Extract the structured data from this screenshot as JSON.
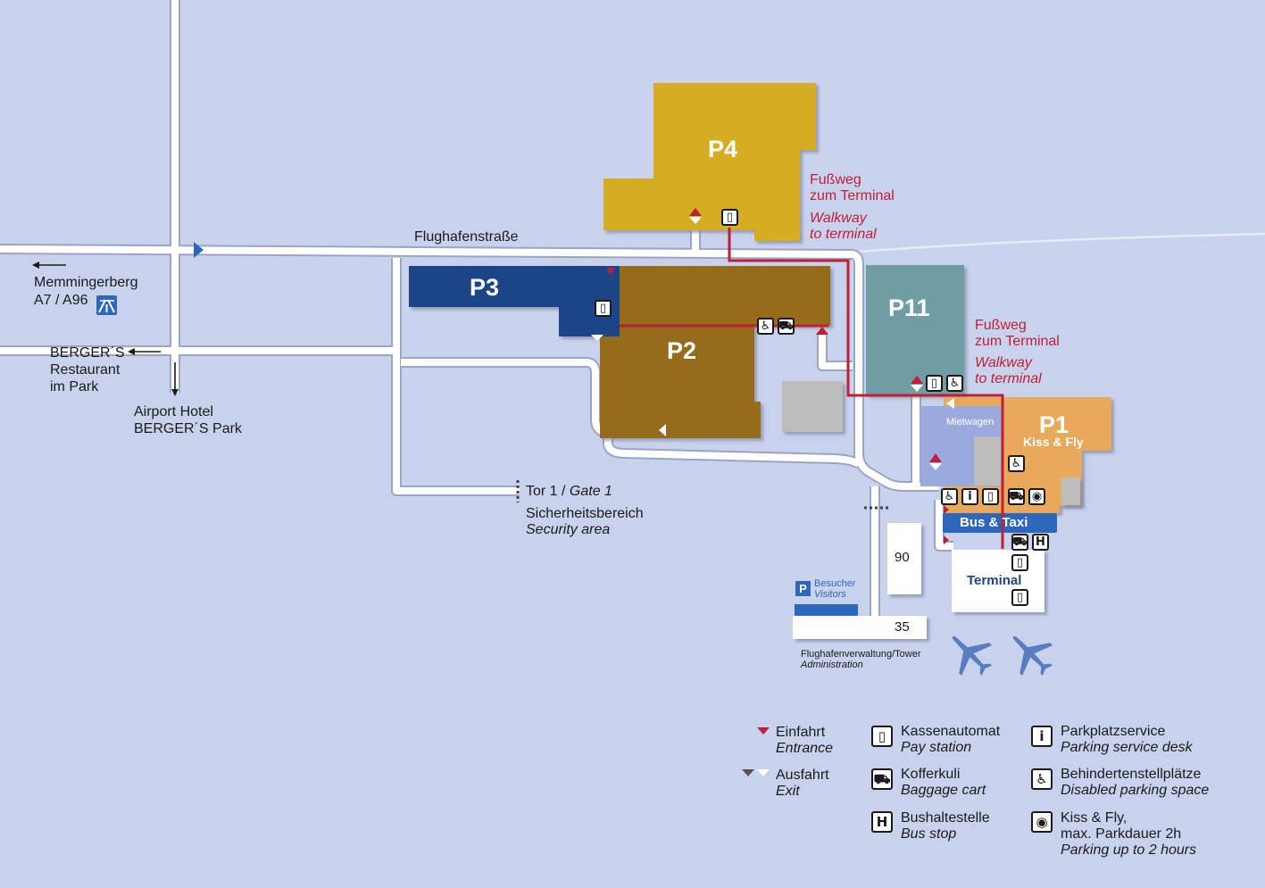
{
  "roads": {
    "main_road": "Flughafenstraße",
    "memmingerberg": "Memmingerberg",
    "motorway": "A7 / A96",
    "motorway_icon": "motorway-sign-icon",
    "bergers_restaurant": [
      "BERGER´S",
      "Restaurant",
      "im Park"
    ],
    "airport_hotel": [
      "Airport Hotel",
      "BERGER´S Park"
    ],
    "gate": "Tor 1 / ",
    "gate_en": "Gate 1",
    "security": "Sicherheitsbereich",
    "security_en": "Security area"
  },
  "lots": {
    "p4": "P4",
    "p3": "P3",
    "p2": "P2",
    "p11": "P11",
    "p1": "P1",
    "p1_sub": "Kiss & Fly",
    "rental": "Mietwagen",
    "bus_taxi": "Bus & Taxi",
    "terminal": "Terminal"
  },
  "walkway_top": {
    "de": [
      "Fußweg",
      "zum Terminal"
    ],
    "en": [
      "Walkway",
      "to terminal"
    ]
  },
  "walkway_mid": {
    "de": [
      "Fußweg",
      "zum Terminal"
    ],
    "en": [
      "Walkway",
      "to terminal"
    ]
  },
  "buildings": {
    "b90": "90",
    "b35": "35",
    "visitors_de": "Besucher",
    "visitors_en": "Visitors",
    "parking_sign": "P",
    "admin_de": "Flughafenverwaltung/Tower",
    "admin_en": "Administration"
  },
  "legend": [
    {
      "icon": "entrance-triangle-icon",
      "de": "Einfahrt",
      "en": "Entrance"
    },
    {
      "icon": "exit-triangle-icon",
      "de": "Ausfahrt",
      "en": "Exit"
    },
    {
      "icon": "pay-station-icon",
      "glyph": "▯",
      "de": "Kassenautomat",
      "en": "Pay station"
    },
    {
      "icon": "baggage-cart-icon",
      "glyph": "⛟",
      "de": "Kofferkuli",
      "en": "Baggage cart"
    },
    {
      "icon": "bus-stop-icon",
      "glyph": "H",
      "de": "Bushaltestelle",
      "en": "Bus stop"
    },
    {
      "icon": "info-icon",
      "glyph": "i",
      "de": "Parkplatzservice",
      "en": "Parking service desk"
    },
    {
      "icon": "wheelchair-icon",
      "glyph": "♿",
      "de": "Behindertenstellplätze",
      "en": "Disabled parking space"
    },
    {
      "icon": "kiss-lips-icon",
      "glyph": "◉",
      "de": "Kiss & Fly,",
      "de2": "max. Parkdauer 2h",
      "en": "Parking up to 2 hours"
    }
  ],
  "colors": {
    "background": "#c9d2ec",
    "p4": "#d5ad22",
    "p3": "#1b4588",
    "p2": "#946c1d",
    "p11": "#6f9ca3",
    "p1": "#e8a95c",
    "rental": "#9aaade",
    "bus_taxi": "#2d67bb",
    "walkway": "#c01f35",
    "road": "#ffffff",
    "building": "#bdbdbd"
  }
}
